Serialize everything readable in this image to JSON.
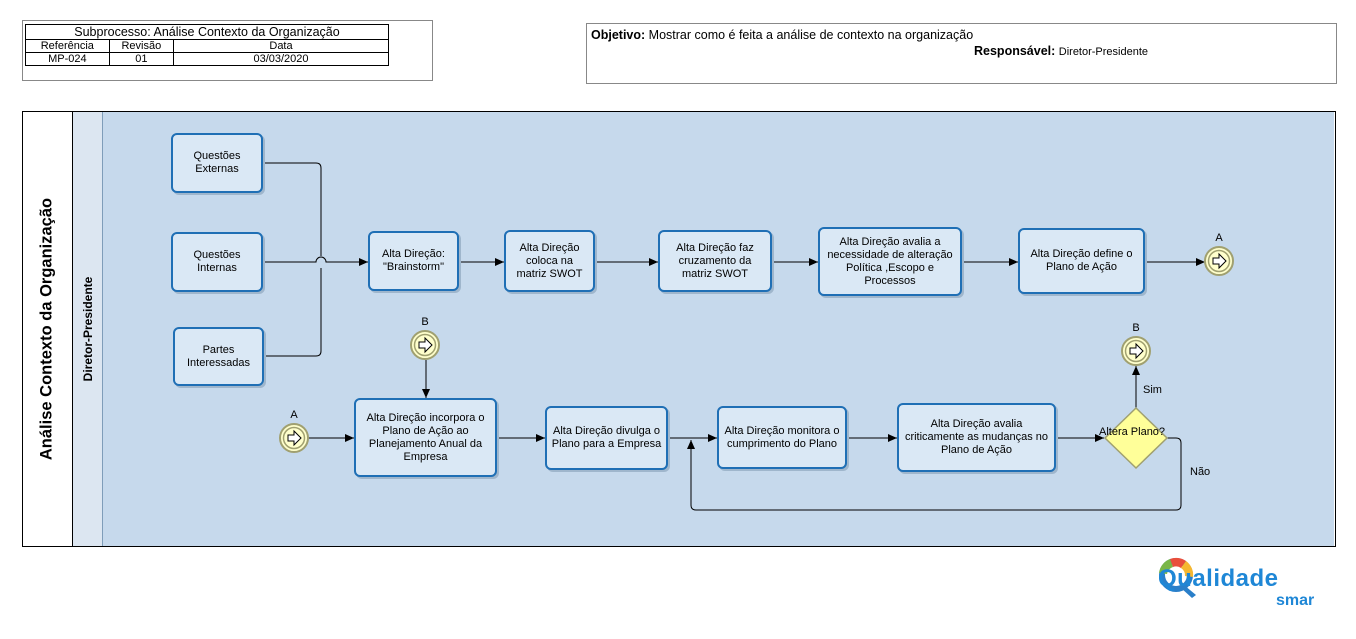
{
  "header": {
    "title": "Subprocesso: Análise Contexto da Organização",
    "col_reference": "Referência",
    "col_revision": "Revisão",
    "col_date": "Data",
    "reference": "MP-024",
    "revision": "01",
    "date": "03/03/2020"
  },
  "objective": {
    "label": "Objetivo:",
    "text": "Mostrar como é feita a análise de contexto na organização",
    "responsible_label": "Responsável:",
    "responsible": "Diretor-Presidente"
  },
  "pool": {
    "title": "Análise Contexto da Organização",
    "lane": "Diretor-Presidente"
  },
  "tasks": {
    "external": "Questões Externas",
    "internal": "Questões Internas",
    "stakeholders": "Partes Interessadas",
    "brainstorm": "Alta Direção: \"Brainstorm\"",
    "swot": "Alta Direção coloca na matriz SWOT",
    "crossing": "Alta Direção faz cruzamento da matriz SWOT",
    "evaluate_need": "Alta Direção avalia a necessidade de alteração Política ,Escopo e Processos",
    "define_plan": "Alta Direção define o Plano de Ação",
    "incorporate": "Alta Direção incorpora o Plano de Ação ao Planejamento Anual da Empresa",
    "disclose": "Alta Direção divulga o Plano para a Empresa",
    "monitor": "Alta Direção monitora o cumprimento do Plano",
    "critical": "Alta Direção avalia criticamente as mudanças no Plano de Ação"
  },
  "gateway": {
    "label": "Altera Plano?",
    "yes": "Sim",
    "no": "Não"
  },
  "links": {
    "a_out": "A",
    "a_in": "A",
    "b_in": "B",
    "b_out": "B"
  },
  "logo": {
    "main": "Qualidade",
    "sub": "smar"
  },
  "colors": {
    "task_fill": "#dae8f5",
    "task_border": "#1f6fb5",
    "lane": "#c6d9ec",
    "gateway": "#ffff99",
    "logo": "#1f87d6"
  }
}
